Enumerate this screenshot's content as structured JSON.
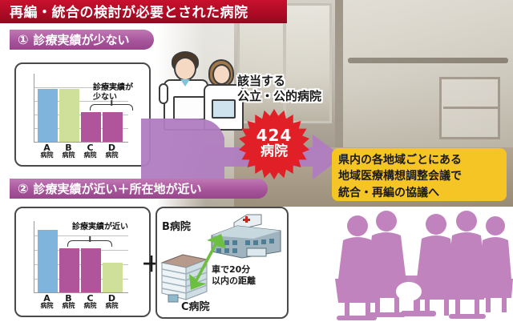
{
  "title": {
    "text": "再編・統合の検討が必要とされた病院",
    "bar_color": "#c8102e"
  },
  "sections": [
    {
      "number": "①",
      "label": "診療実績が少ない",
      "header_color": "#a8569c"
    },
    {
      "number": "②",
      "label": "診療実績が近い＋所在地が近い",
      "header_color": "#a8569c"
    }
  ],
  "chart_data": [
    {
      "type": "bar",
      "title": "診療実績が少ない",
      "categories": [
        "A病院",
        "B病院",
        "C病院",
        "D病院"
      ],
      "category_letters": [
        "A",
        "B",
        "C",
        "D"
      ],
      "category_suffix": "病院",
      "values": [
        100,
        100,
        55,
        55
      ],
      "ylim": [
        0,
        110
      ],
      "gridlines": 5,
      "grid": true,
      "colors": [
        "#7fb5dd",
        "#cfe09a",
        "#b0559c",
        "#b0559c"
      ],
      "annotation": "診療実績が少ない",
      "annotation_lines": [
        "診療実績が",
        "少ない"
      ],
      "annotation_covers": [
        "C病院",
        "D病院"
      ],
      "xlabel": "",
      "ylabel": ""
    },
    {
      "type": "bar",
      "title": "診療実績が近い",
      "categories": [
        "A病院",
        "B病院",
        "C病院",
        "D病院"
      ],
      "category_letters": [
        "A",
        "B",
        "C",
        "D"
      ],
      "category_suffix": "病院",
      "values": [
        100,
        72,
        72,
        48
      ],
      "ylim": [
        0,
        110
      ],
      "gridlines": 5,
      "grid": true,
      "colors": [
        "#7fb5dd",
        "#b0559c",
        "#b0559c",
        "#cfe09a"
      ],
      "annotation": "診療実績が近い",
      "annotation_lines": [
        "診療実績が近い"
      ],
      "annotation_covers": [
        "B病院",
        "C病院"
      ],
      "xlabel": "",
      "ylabel": ""
    }
  ],
  "photo_callout": {
    "line1": "該当する",
    "line2": "公立・公的病院"
  },
  "starburst": {
    "number": "424",
    "unit": "病院",
    "color": "#e01f26"
  },
  "result_box": {
    "color": "#f5c425",
    "lines": [
      "県内の各地域ごとにある",
      "地域医療構想調整会議で",
      "統合・再編の協議へ"
    ]
  },
  "hospitals": {
    "hospital_b_label": "B病院",
    "hospital_c_label": "C病院",
    "plus": "＋",
    "distance_lines": [
      "車で20分",
      "以内の距離"
    ],
    "arrow_color": "#6cbf3f"
  },
  "icons": {
    "doctor": "doctor-illustration",
    "nurse": "nurse-illustration",
    "meeting": "meeting-silhouette-icon",
    "hospital_building": "hospital-building-icon",
    "office_building": "office-building-icon"
  },
  "palette": {
    "accent_purple": "#a8569c",
    "bar_blue": "#7fb5dd",
    "bar_green": "#cfe09a",
    "bar_purple": "#b0559c",
    "red": "#c8102e",
    "yellow": "#f5c425"
  }
}
